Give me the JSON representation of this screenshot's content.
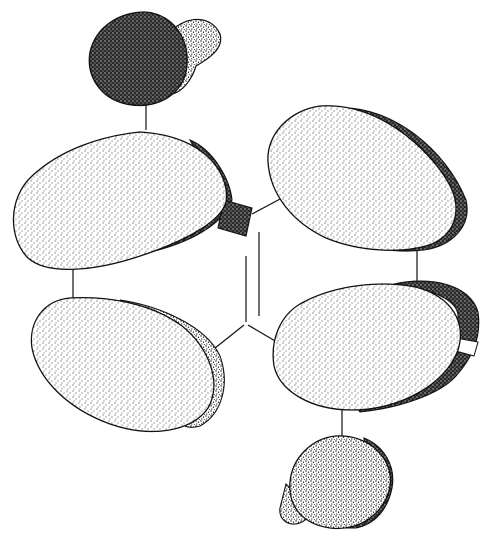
{
  "figure": {
    "style": "stippled pen-and-ink illustration",
    "ink_color": "#111111",
    "background_color": "#ffffff",
    "blobs": [
      {
        "name": "blob-top-small",
        "shading": "dark-stipple"
      },
      {
        "name": "blob-upper-left",
        "shading": "light-stipple"
      },
      {
        "name": "blob-upper-right",
        "shading": "light-stipple"
      },
      {
        "name": "blob-lower-left",
        "shading": "light-stipple"
      },
      {
        "name": "blob-lower-right",
        "shading": "light-stipple"
      },
      {
        "name": "blob-bottom-small",
        "shading": "medium-stipple"
      }
    ],
    "connectors": [
      "top-small-to-upper-left",
      "upper-left-to-lower-left",
      "upper-left-to-upper-right",
      "upper-right-to-lower-right",
      "lower-left-to-center-node",
      "center-node-to-lower-right",
      "lower-right-to-bottom-small",
      "double-bond-vertical"
    ]
  }
}
